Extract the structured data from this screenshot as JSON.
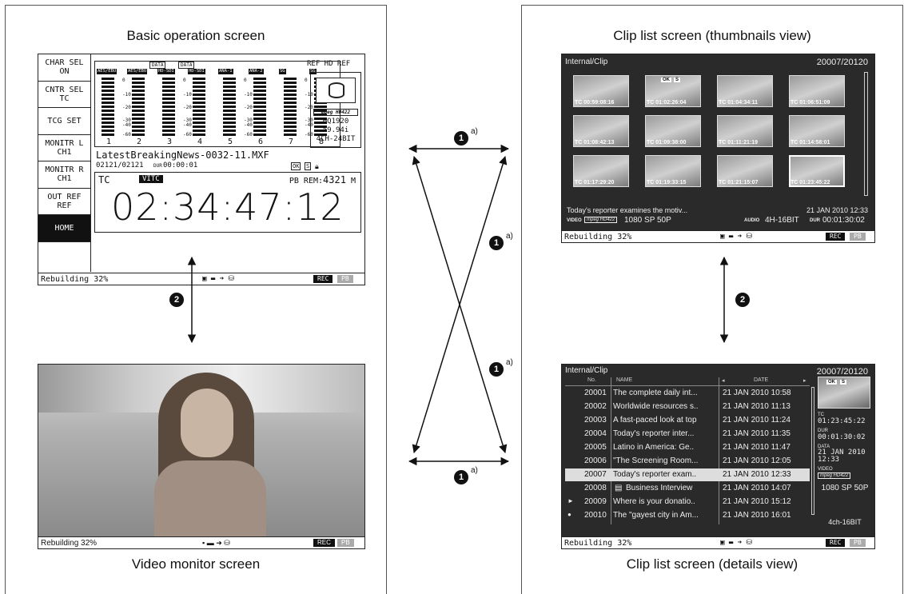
{
  "panels": {
    "top_left": "Basic operation screen",
    "bottom_left": "Video monitor screen",
    "top_right": "Clip list screen (thumbnails view)",
    "bottom_right": "Clip list screen (details view)"
  },
  "status": {
    "text": "Rebuilding 32%",
    "rec": "REC",
    "pb": "PB"
  },
  "basic": {
    "menu": [
      "CHAR SEL\nON",
      "CNTR SEL\nTC",
      "TCG SET",
      "MONITR L\nCH1",
      "MONITR R\nCH1",
      "OUT REF\nREF",
      "HOME"
    ],
    "data_tags": [
      "DATA",
      "DATA"
    ],
    "channel_headers": [
      "AES/EBU",
      "AES/EBU",
      "HD-SDI",
      "HD-SDI",
      "ANA-1",
      "ANA-2",
      "SG",
      "SG"
    ],
    "scale": [
      "0",
      "-10",
      "-20",
      "-30",
      "-40",
      "-60"
    ],
    "channel_numbers": [
      "1",
      "2",
      "3",
      "4",
      "5",
      "6",
      "7",
      "8"
    ],
    "ref": "REF HD REF",
    "format_logo": "mpeg HD422",
    "format_lines": [
      "HQ1920",
      "59.94i",
      "4CH-24BIT"
    ],
    "filename": "LatestBreakingNews-0032-11.MXF",
    "clip_counter": "02121/02121",
    "dur_label": "DUR",
    "dur_value": "00:00:01",
    "clip_flags": [
      "OK",
      "S"
    ],
    "tc_label": "TC",
    "vitc": "VITC",
    "pb_rem_label": "PB REM:",
    "pb_rem_value": "4321",
    "pb_rem_unit": "M",
    "timecode": "02:34:47:12"
  },
  "thumbs": {
    "path": "Internal/Clip",
    "counter": "20007/20120",
    "flags": [
      "OK",
      "S"
    ],
    "tcs": [
      "TC 00:59:08:16",
      "TC 01:02:26:04",
      "TC 01:04:34:11",
      "TC 01:06:51:09",
      "TC 01:08:42:13",
      "TC 01:09:38:00",
      "TC 01:11:21:19",
      "TC 01:14:58:01",
      "TC 01:17:29:20",
      "TC 01:19:33:15",
      "TC 01:21:15:07",
      "TC 01:23:45:22"
    ],
    "title": "Today's reporter examines the motiv...",
    "date": "21 JAN 2010 12:33",
    "video_label": "VIDEO",
    "video_logo": "mpeg HD422",
    "video_format": "1080 SP 50P",
    "audio_label": "AUDIO",
    "audio_format": "4H-16BIT",
    "dur_label": "DUR",
    "dur_value": "00:01:30:02"
  },
  "details": {
    "path": "Internal/Clip",
    "counter": "20007/20120",
    "headers": [
      "No.",
      "NAME",
      "DATE"
    ],
    "rows": [
      {
        "no": "20001",
        "name": "The complete daily int...",
        "date": "21 JAN 2010 10:58"
      },
      {
        "no": "20002",
        "name": "Worldwide resources s..",
        "date": "21 JAN 2010 11:13"
      },
      {
        "no": "20003",
        "name": "A fast-paced look at top",
        "date": "21 JAN 2010 11:24"
      },
      {
        "no": "20004",
        "name": "Today's reporter inter...",
        "date": "21 JAN 2010 11:35"
      },
      {
        "no": "20005",
        "name": "Latino in America: Ge..",
        "date": "21 JAN 2010 11:47"
      },
      {
        "no": "20006",
        "name": "\"The Screening Room...",
        "date": "21 JAN 2010 12:05"
      },
      {
        "no": "20007",
        "name": "Today's reporter exam..",
        "date": "21 JAN 2010 12:33"
      },
      {
        "no": "20008",
        "name": "Business Interview",
        "date": "21 JAN 2010 14:07"
      },
      {
        "no": "20009",
        "name": "Where is your donatio..",
        "date": "21 JAN 2010 15:12"
      },
      {
        "no": "20010",
        "name": "The \"gayest city in Am...",
        "date": "21 JAN 2010 16:01"
      }
    ],
    "selected_index": 6,
    "flags": [
      "OK",
      "S"
    ],
    "tc_label": "TC",
    "tc_value": "01:23:45:22",
    "dur_label": "DUR",
    "dur_value": "00:01:30:02",
    "data_label": "DATA",
    "data_value": "21 JAN 2010 12:33",
    "video_label": "VIDEO",
    "video_logo": "mpeg HD422",
    "video_format": "1080 SP 50P",
    "audio_format": "4ch-16BIT"
  },
  "arrows": {
    "one": "1",
    "two": "2",
    "sup": "a)"
  }
}
